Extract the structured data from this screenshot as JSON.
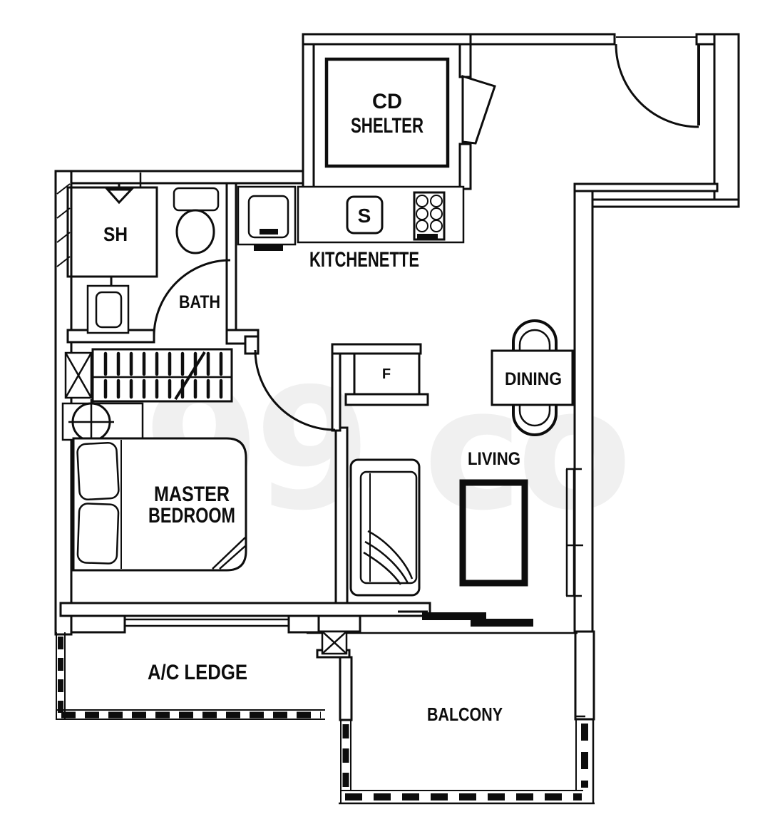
{
  "watermark": {
    "text": "99.co"
  },
  "rooms": {
    "cd_shelter": {
      "label_lines": [
        "CD",
        "SHELTER"
      ]
    },
    "kitchenette": {
      "label": "KITCHENETTE"
    },
    "shower_stall": {
      "label": "SH"
    },
    "bath": {
      "label": "BATH"
    },
    "dining": {
      "label": "DINING"
    },
    "living": {
      "label": "LIVING"
    },
    "master_bedroom": {
      "label_lines": [
        "MASTER",
        "BEDROOM"
      ]
    },
    "ac_ledge": {
      "label": "A/C LEDGE"
    },
    "balcony": {
      "label": "BALCONY"
    }
  },
  "fixtures": {
    "sink_label": "S",
    "fridge_label": "F"
  },
  "colors": {
    "line": "#0d0d0d",
    "watermark": "#f0f0f0",
    "background": "#ffffff"
  }
}
